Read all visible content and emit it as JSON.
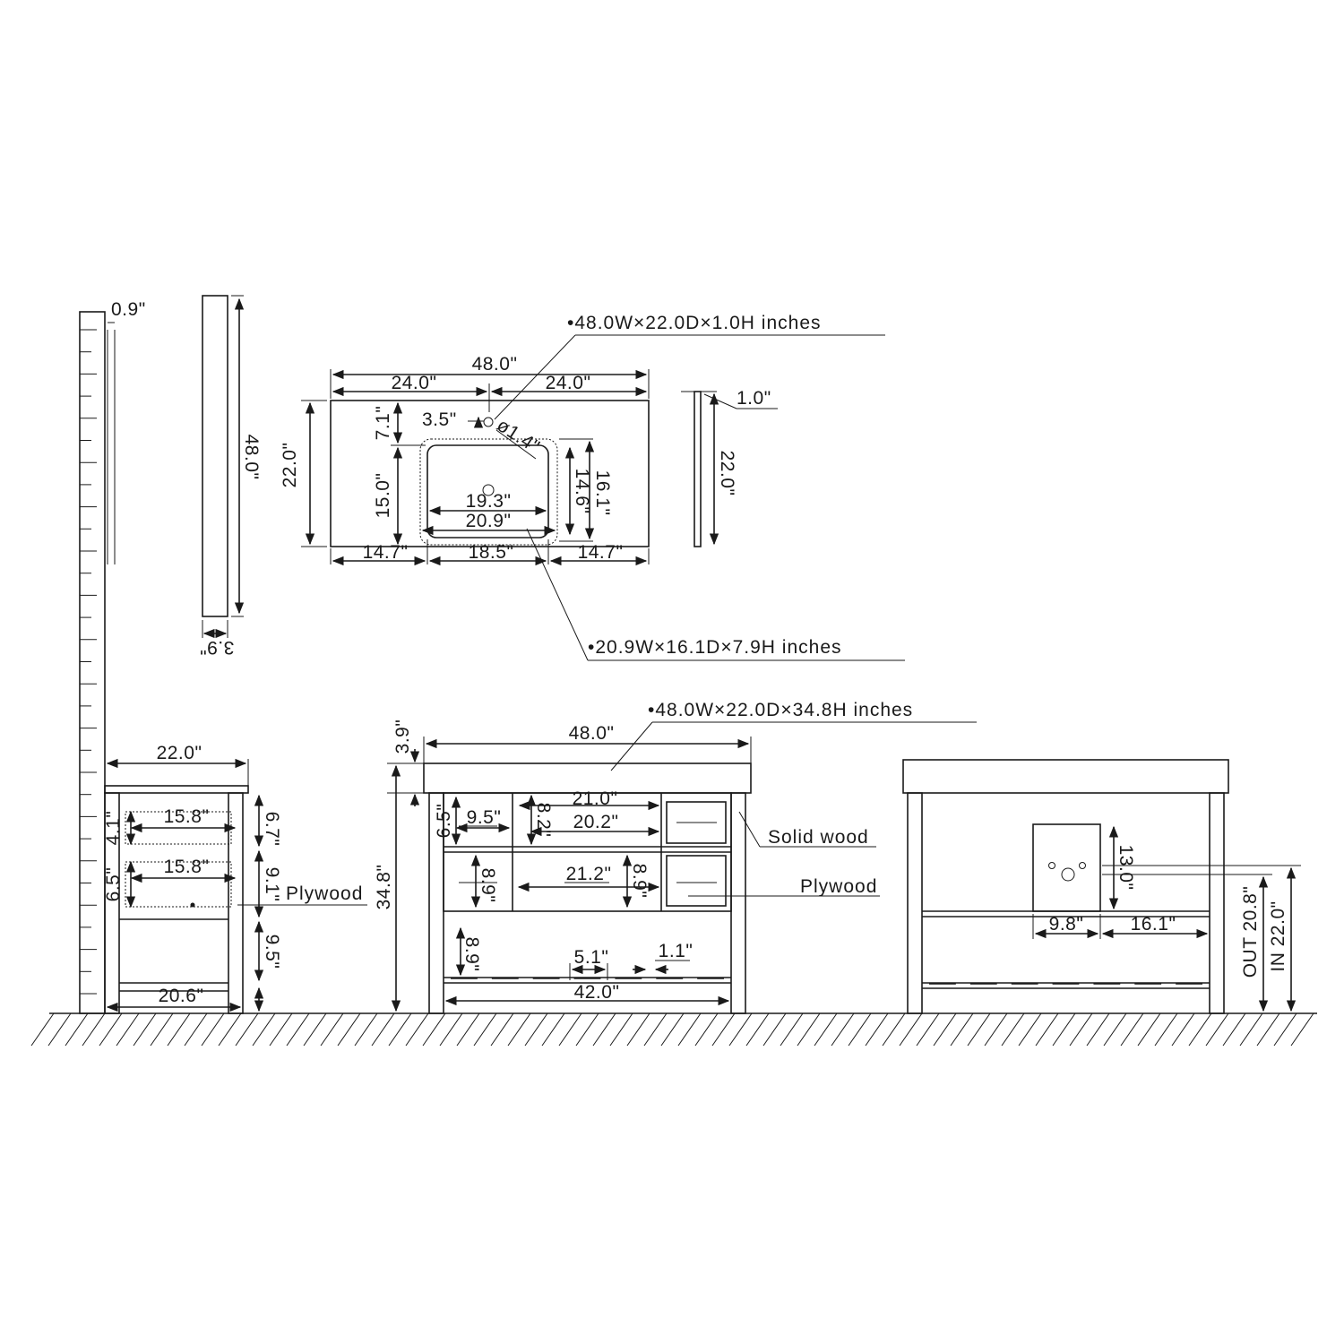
{
  "top_slab": {
    "spec": "•48.0W×22.0D×1.0H inches",
    "width_total": "48.0\"",
    "width_left_half": "24.0\"",
    "width_right_half": "24.0\"",
    "depth": "22.0\"",
    "faucet_offset": "7.1\"",
    "faucet_spacing": "3.5\"",
    "hole_diameter": "ø1.4\"",
    "sink_front_gap": "15.0\"",
    "sink_depth_outer": "16.1\"",
    "sink_depth_inner": "14.6\"",
    "sink_width_inner": "19.3\"",
    "sink_width_outer": "20.9\"",
    "left_margin": "14.7\"",
    "sink_cutout": "18.5\"",
    "right_margin": "14.7\"",
    "thickness": "1.0\"",
    "side_depth": "22.0\""
  },
  "backsplash": {
    "length": "48.0\"",
    "height": "3.9\"",
    "thickness": "0.9\""
  },
  "sink": {
    "spec": "•20.9W×16.1D×7.9H inches"
  },
  "front_view": {
    "spec": "•48.0W×22.0D×34.8H inches",
    "width": "48.0\"",
    "top_height": "3.9\"",
    "total_height": "34.8\"",
    "top_drawer_width": "21.0\"",
    "top_drawer_inner": "20.2\"",
    "top_drawer_height": "8.2\"",
    "small_drawer_height": "6.5\"",
    "small_drawer_width": "9.5\"",
    "mid_drawer_width": "21.2\"",
    "mid_drawer_height": "8.9\"",
    "side_drawer_height": "8.9\"",
    "open_shelf_height": "8.9\"",
    "slat_width": "5.1\"",
    "slat_gap": "1.1\"",
    "inner_width": "42.0\"",
    "material_1": "Solid wood",
    "material_2": "Plywood"
  },
  "side_view": {
    "depth": "22.0\"",
    "drawer1_depth": "15.8\"",
    "drawer2_depth": "15.8\"",
    "drawer1_height": "4.1\"",
    "drawer2_height": "6.5\"",
    "top_rail": "6.7\"",
    "mid_rail": "9.1\"",
    "open_height": "9.5\"",
    "base_depth": "20.6\"",
    "material": "Plywood"
  },
  "back_view": {
    "panel_height": "13.0\"",
    "panel_offset": "9.8\"",
    "panel_right": "16.1\"",
    "drain_out": "OUT 20.8\"",
    "drain_in": "IN 22.0\""
  }
}
